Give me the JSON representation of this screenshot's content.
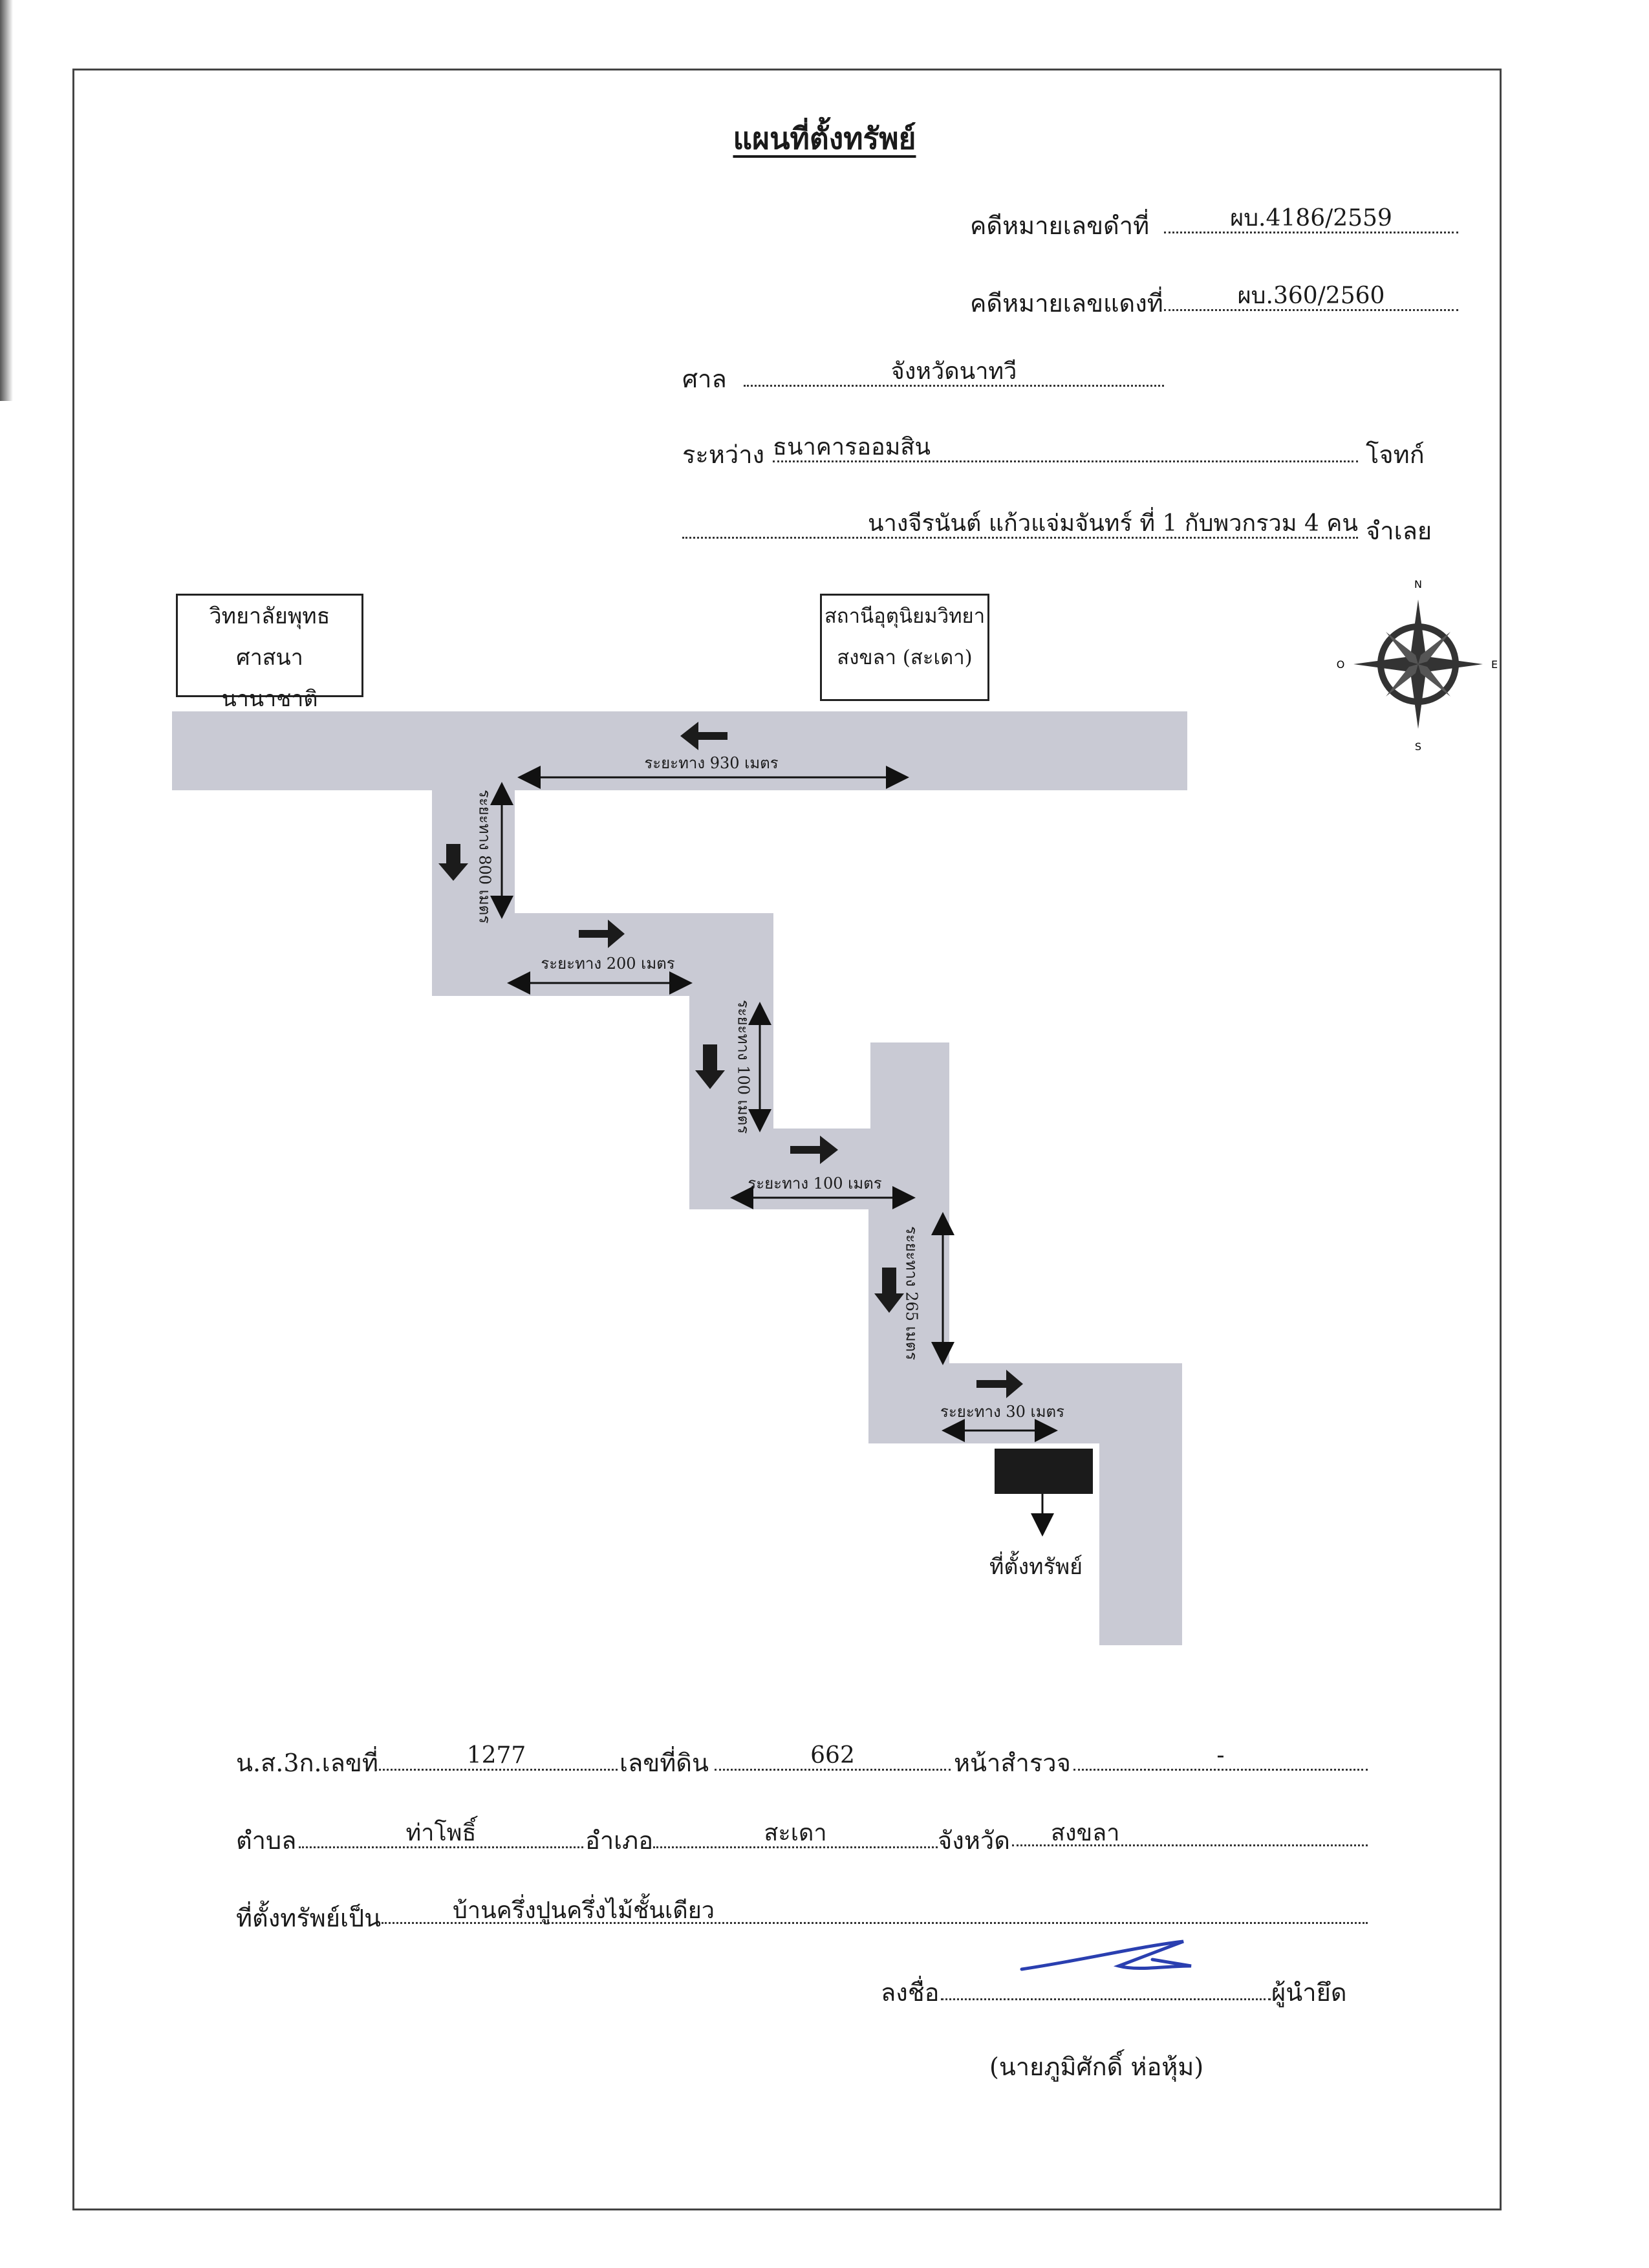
{
  "header": {
    "title": "แผนที่ตั้งทรัพย์",
    "black_case_label": "คดีหมายเลขดำที่",
    "black_case_value": "ผบ.4186/2559",
    "red_case_label": "คดีหมายเลขแดงที่",
    "red_case_value": "ผบ.360/2560",
    "court_label": "ศาล",
    "court_value": "จังหวัดนาทวี",
    "between_label": "ระหว่าง",
    "plaintiff_value": "ธนาคารออมสิน",
    "plaintiff_role": "โจทก์",
    "defendant_value": "นางจีรนันต์ แก้วแจ่มจันทร์ ที่ 1 กับพวกรวม 4 คน",
    "defendant_role": "จำเลย"
  },
  "map": {
    "landmark_left_line1": "วิทยาลัยพุทธศาสนา",
    "landmark_left_line2": "นานาชาติ",
    "landmark_right_line1": "สถานีอุตุนิยมวิทยา",
    "landmark_right_line2": "สงขลา (สะเดา)",
    "compass": {
      "n": "N",
      "s": "S",
      "e": "E",
      "w": "O"
    },
    "distances": {
      "d930": "ระยะทาง 930 เมตร",
      "d800": "ระยะทาง 800 เมตร",
      "d200": "ระยะทาง 200 เมตร",
      "d100a": "ระยะทาง 100 เมตร",
      "d100b": "ระยะทาง 100 เมตร",
      "d265": "ระยะทาง 265 เมตร",
      "d30": "ระยะทาง 30 เมตร"
    },
    "property_label": "ที่ตั้งทรัพย์"
  },
  "details": {
    "deed_label": "น.ส.3ก.เลขที่",
    "deed_value": "1277",
    "land_no_label": "เลขที่ดิน",
    "land_no_value": "662",
    "survey_label": "หน้าสำรวจ",
    "survey_value": "-",
    "subdistrict_label": "ตำบล",
    "subdistrict_value": "ท่าโพธิ์",
    "district_label": "อำเภอ",
    "district_value": "สะเดา",
    "province_label": "จังหวัด",
    "province_value": "สงขลา",
    "property_type_label": "ที่ตั้งทรัพย์เป็น",
    "property_type_value": "บ้านครึ่งปูนครึ่งไม้ชั้นเดียว"
  },
  "signature": {
    "sign_label": "ลงชื่อ",
    "role": "ผู้นำยึด",
    "name": "(นายภูมิศักดิ์  ห่อหุ้ม)"
  }
}
